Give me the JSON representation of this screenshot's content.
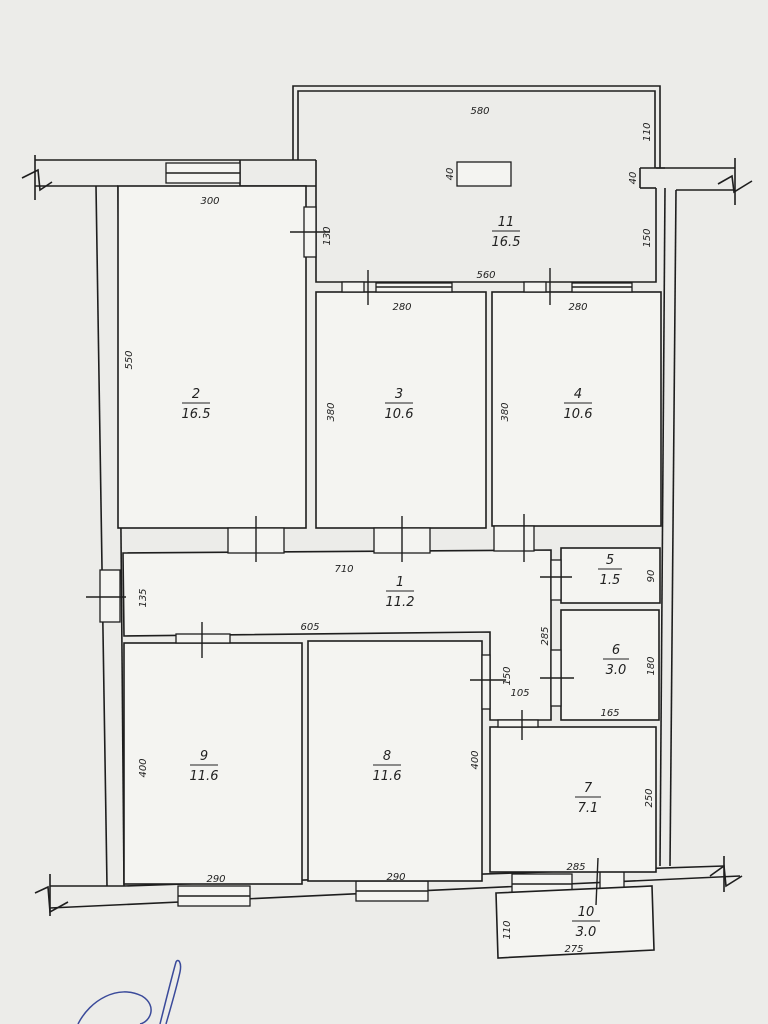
{
  "rooms": [
    {
      "id": "1",
      "area": "11.2"
    },
    {
      "id": "2",
      "area": "16.5"
    },
    {
      "id": "3",
      "area": "10.6"
    },
    {
      "id": "4",
      "area": "10.6"
    },
    {
      "id": "5",
      "area": "1.5"
    },
    {
      "id": "6",
      "area": "3.0"
    },
    {
      "id": "7",
      "area": "7.1"
    },
    {
      "id": "8",
      "area": "11.6"
    },
    {
      "id": "9",
      "area": "11.6"
    },
    {
      "id": "10",
      "area": "3.0"
    },
    {
      "id": "11",
      "area": "16.5"
    }
  ],
  "dimensions": {
    "r11_top": "580",
    "r11_right": "110",
    "r11_object": "40",
    "r11_right_lower": "40",
    "r11_height": "150",
    "r11_left": "130",
    "r11_bottom": "560",
    "r2_top": "300",
    "r2_height": "550",
    "r3_top": "280",
    "r3_height": "380",
    "r4_top": "280",
    "r4_height": "380",
    "r1_top": "710",
    "r1_left": "135",
    "r1_bottom": "605",
    "r1_right": "285",
    "r1_notch_h": "150",
    "r1_notch_w": "105",
    "r5_height": "90",
    "r6_height": "180",
    "r6_bottom": "165",
    "r7_height": "250",
    "r7_bottom": "285",
    "r8_height": "400",
    "r8_bottom": "290",
    "r9_height": "400",
    "r9_bottom": "290",
    "r10_height": "110",
    "r10_bottom": "275"
  }
}
